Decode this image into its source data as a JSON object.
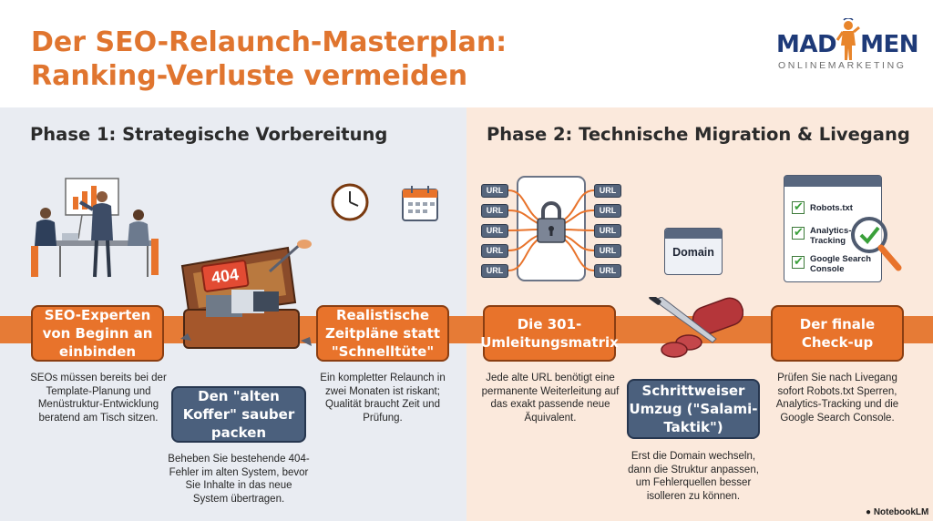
{
  "header": {
    "title_line1": "Der SEO-Relaunch-Masterplan:",
    "title_line2": "Ranking-Verluste vermeiden",
    "logo_word_left": "MAD",
    "logo_word_right": "MEN",
    "logo_sub": "ONLINEMARKETING"
  },
  "phase1": {
    "title": "Phase 1: Strategische Vorbereitung",
    "step1_title": "SEO-Experten von Beginn an einbinden",
    "step1_desc": "SEOs müssen bereits bei der Template-Planung und Menüstruktur-Entwicklung beratend am Tisch sitzen.",
    "step2_title": "Den \"alten Koffer\" sauber packen",
    "step2_desc": "Beheben Sie bestehende 404-Fehler im alten System, bevor Sie Inhalte in das neue System übertragen.",
    "step2_badge": "404",
    "step3_title": "Realistische Zeitpläne statt \"Schnelltüte\"",
    "step3_desc": "Ein kompletter Relaunch in zwei Monaten ist riskant; Qualität braucht Zeit und Prüfung."
  },
  "phase2": {
    "title": "Phase 2: Technische Migration & Livegang",
    "url_label": "URL",
    "step1_title": "Die 301-Umleitungsmatrix",
    "step1_desc": "Jede alte URL benötigt eine permanente Weiterleitung auf das exakt passende neue Äquivalent.",
    "domain_label": "Domain",
    "step2_title": "Schrittweiser Umzug (\"Salami-Taktik\")",
    "step2_desc": "Erst die Domain wechseln, dann die Struktur anpassen, um Fehlerquellen besser isolleren zu können.",
    "checklist": [
      "Robots.txt",
      "Analytics-Tracking",
      "Google Search Console"
    ],
    "step3_title": "Der finale Check-up",
    "step3_desc": "Prüfen Sie nach Livegang sofort Robots.txt Sperren, Analytics-Tracking und die Google Search Console."
  },
  "footer": {
    "brand": "NotebookLM"
  },
  "colors": {
    "orange": "#e8732b",
    "slate": "#4b607d",
    "navy": "#1e3a78",
    "left_bg": "#e9ecf2",
    "right_bg": "#fbe9dc"
  }
}
